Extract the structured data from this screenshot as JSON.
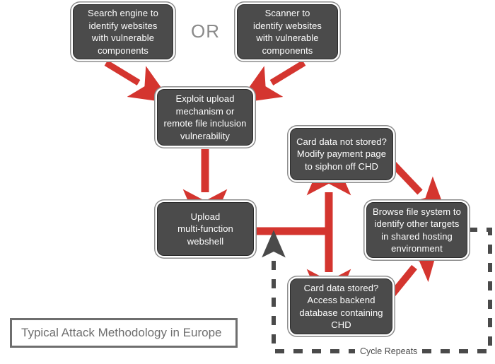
{
  "diagram": {
    "title": "Typical Attack Methodology in Europe",
    "or_label": "OR",
    "cycle_label": "Cycle Repeats",
    "colors": {
      "node_fill": "#4b4b4b",
      "node_text": "#ffffff",
      "arrow_red": "#d4352f",
      "dashed_grey": "#4a4a4a",
      "title_border": "#6e6e6e",
      "title_text": "#6e6e6e",
      "background": "#ffffff"
    },
    "nodes": [
      {
        "id": "search-engine",
        "text": "Search engine to\nidentify websites\nwith vulnerable\ncomponents"
      },
      {
        "id": "scanner",
        "text": "Scanner to\nidentify websites\nwith vulnerable\ncomponents"
      },
      {
        "id": "exploit-upload",
        "text": "Exploit upload\nmechanism or\nremote file inclusion\nvulnerability"
      },
      {
        "id": "upload-webshell",
        "text": "Upload\nmulti-function\nwebshell"
      },
      {
        "id": "card-data-not-stored",
        "text": "Card data not stored?\nModify payment page\nto siphon off CHD"
      },
      {
        "id": "browse-file-system",
        "text": "Browse file system to\nidentify other targets\nin shared hosting\nenvironment"
      },
      {
        "id": "card-data-stored",
        "text": "Card data stored?\nAccess backend\ndatabase containing\nCHD"
      }
    ],
    "edges": [
      {
        "from": "search-engine",
        "to": "exploit-upload",
        "style": "solid-red"
      },
      {
        "from": "scanner",
        "to": "exploit-upload",
        "style": "solid-red"
      },
      {
        "from": "exploit-upload",
        "to": "upload-webshell",
        "style": "solid-red"
      },
      {
        "from": "upload-webshell",
        "to": "card-data-not-stored",
        "style": "solid-red"
      },
      {
        "from": "upload-webshell",
        "to": "card-data-stored",
        "style": "solid-red"
      },
      {
        "from": "card-data-not-stored",
        "to": "browse-file-system",
        "style": "solid-red"
      },
      {
        "from": "card-data-stored",
        "to": "browse-file-system",
        "style": "solid-red"
      },
      {
        "from": "browse-file-system",
        "to": "upload-webshell",
        "style": "dashed-grey",
        "label": "Cycle Repeats"
      }
    ]
  }
}
